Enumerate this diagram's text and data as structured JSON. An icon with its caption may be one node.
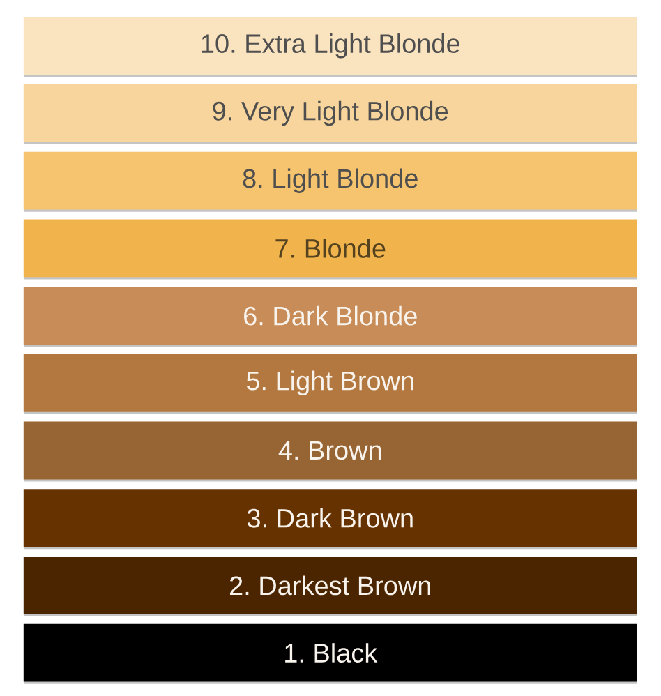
{
  "diagram": {
    "nodes": [
      {
        "text": [
          "10. Extra Light Blonde"
        ]
      },
      {
        "text": [
          "9. Very Light Blonde"
        ]
      },
      {
        "text": [
          "8. Light Blonde"
        ]
      },
      {
        "text": [
          "7. Blonde"
        ]
      },
      {
        "text": [
          "6. Dark Blonde"
        ]
      },
      {
        "text": [
          "5. Light Brown"
        ]
      },
      {
        "text": [
          "4. Brown"
        ]
      },
      {
        "text": [
          "3. Dark Brown"
        ]
      },
      {
        "text": [
          "2. Darkest Brown"
        ]
      },
      {
        "text": [
          "1. Black"
        ]
      }
    ]
  }
}
